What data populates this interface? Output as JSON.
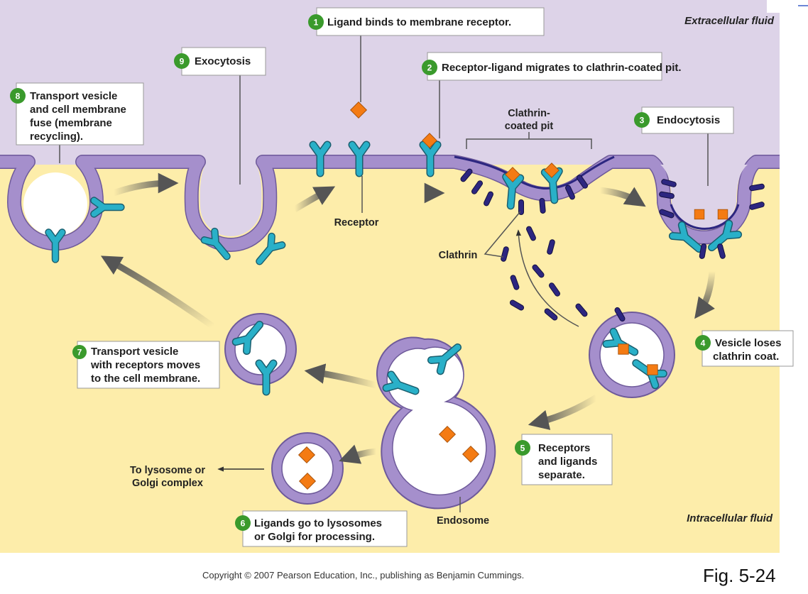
{
  "figure": {
    "id_label": "Fig. 5-24",
    "copyright": "Copyright © 2007 Pearson Education, Inc., publishing as Benjamin Cummings."
  },
  "regions": {
    "extracellular": "Extracellular fluid",
    "intracellular": "Intracellular fluid"
  },
  "steps": [
    {
      "num": "1",
      "lines": [
        "Ligand binds to membrane receptor."
      ]
    },
    {
      "num": "2",
      "lines": [
        "Receptor-ligand migrates to clathrin-coated pit."
      ]
    },
    {
      "num": "3",
      "lines": [
        "Endocytosis"
      ]
    },
    {
      "num": "4",
      "lines": [
        "Vesicle loses",
        "clathrin coat."
      ]
    },
    {
      "num": "5",
      "lines": [
        "Receptors",
        "and ligands",
        "separate."
      ]
    },
    {
      "num": "6",
      "lines": [
        "Ligands go to lysosomes",
        "or Golgi for processing."
      ]
    },
    {
      "num": "7",
      "lines": [
        "Transport vesicle",
        "with receptors moves",
        "to the cell membrane."
      ]
    },
    {
      "num": "8",
      "lines": [
        "Transport vesicle",
        "and cell membrane",
        "fuse (membrane",
        "recycling)."
      ]
    },
    {
      "num": "9",
      "lines": [
        "Exocytosis"
      ]
    }
  ],
  "labels": {
    "clathrin_pit": [
      "Clathrin-",
      "coated pit"
    ],
    "receptor": "Receptor",
    "clathrin": "Clathrin",
    "endosome": "Endosome",
    "lysosome_dest": [
      "To lysosome or",
      "Golgi complex"
    ]
  },
  "colors": {
    "extracellular_bg": "#ddd3e8",
    "intracellular_bg": "#fdedaa",
    "membrane": "#a58fcc",
    "membrane_edge": "#6e5a9a",
    "receptor": "#29b0c8",
    "ligand": "#f47b13",
    "clathrin": "#2c2680",
    "badge": "#3a9a2c",
    "arrow": "#555555"
  }
}
